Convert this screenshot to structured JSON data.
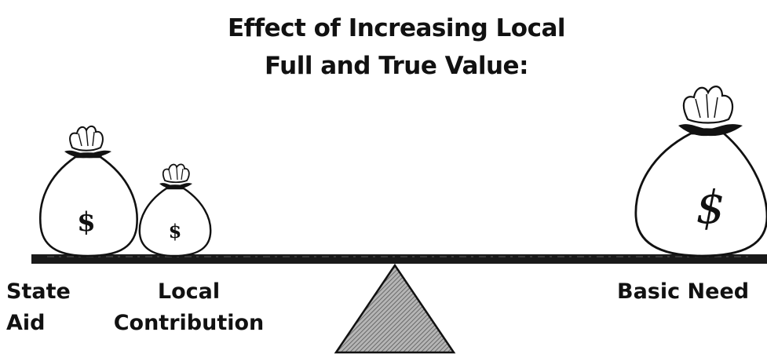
{
  "title": {
    "line1": "Effect of Increasing Local",
    "line2": "Full and True Value:"
  },
  "labels": {
    "state_aid": {
      "line1": "State",
      "line2": "Aid"
    },
    "local_contribution": {
      "line1": "Local",
      "line2": "Contribution"
    },
    "basic_need": {
      "line1": "Basic Need"
    }
  },
  "bags": {
    "state_aid_sign": "$",
    "local_contribution_sign": "$",
    "basic_need_sign": "$"
  },
  "colors": {
    "ink": "#111111",
    "beam": "#1a1a1a",
    "fulcrum_fill": "#8a8a8a",
    "background": "#ffffff"
  }
}
